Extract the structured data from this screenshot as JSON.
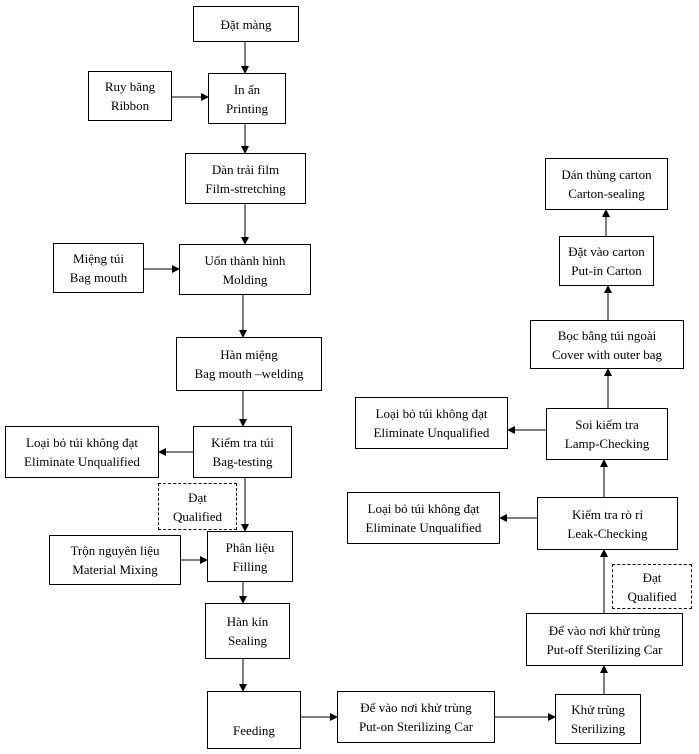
{
  "nodes": {
    "dat_mang": {
      "lines": [
        "Đặt màng"
      ]
    },
    "ruy_bang": {
      "lines": [
        "Ruy băng",
        "Ribbon"
      ]
    },
    "in_an": {
      "lines": [
        "In ấn",
        "Printing"
      ]
    },
    "dan_trai": {
      "lines": [
        "Dàn trải film",
        "Film-stretching"
      ]
    },
    "mieng_tui": {
      "lines": [
        "Miệng túi",
        "Bag mouth"
      ]
    },
    "uon_hinh": {
      "lines": [
        "Uốn thành hình",
        "Molding"
      ]
    },
    "han_mieng": {
      "lines": [
        "Hàn miệng",
        "Bag mouth –welding"
      ]
    },
    "loai_bo_1": {
      "lines": [
        "Loại bỏ túi không đạt",
        "Eliminate Unqualified"
      ]
    },
    "kiem_tra_tui": {
      "lines": [
        "Kiểm tra túi",
        "Bag-testing"
      ]
    },
    "dat_qualified_1": {
      "lines": [
        "Đạt",
        "Qualified"
      ]
    },
    "tron_nguyen_lieu": {
      "lines": [
        "Trộn nguyên liệu",
        "Material Mixing"
      ]
    },
    "phan_lieu": {
      "lines": [
        "Phân liệu",
        "Filling"
      ]
    },
    "han_kin": {
      "lines": [
        "Hàn kín",
        "Sealing"
      ]
    },
    "feeding": {
      "lines": [
        "Feeding"
      ]
    },
    "de_vao_xe": {
      "lines": [
        "Để vào nơi khử trùng",
        "Put-on Sterilizing Car"
      ]
    },
    "khu_trung": {
      "lines": [
        "Khử trùng",
        "Sterilizing"
      ]
    },
    "de_ra_xe": {
      "lines": [
        "Để vào nơi khử trùng",
        "Put-off Sterilizing Car"
      ]
    },
    "dat_qualified_2": {
      "lines": [
        "Đạt",
        "Qualified"
      ]
    },
    "kiem_tra_ro_ri": {
      "lines": [
        "Kiểm tra rò rỉ",
        "Leak-Checking"
      ]
    },
    "loai_bo_2": {
      "lines": [
        "Loại bỏ túi không đạt",
        "Eliminate Unqualified"
      ]
    },
    "soi_kiem_tra": {
      "lines": [
        "Soi kiểm tra",
        "Lamp-Checking"
      ]
    },
    "loai_bo_3": {
      "lines": [
        "Loại bỏ túi không đạt",
        "Eliminate Unqualified"
      ]
    },
    "boc_bang_tui": {
      "lines": [
        "Bọc bằng túi ngoài",
        "Cover with outer bag"
      ]
    },
    "dat_vao_carton": {
      "lines": [
        "Đặt vào carton",
        "Put-in Carton"
      ]
    },
    "dan_thung": {
      "lines": [
        "Dán thùng carton",
        "Carton-sealing"
      ]
    }
  }
}
